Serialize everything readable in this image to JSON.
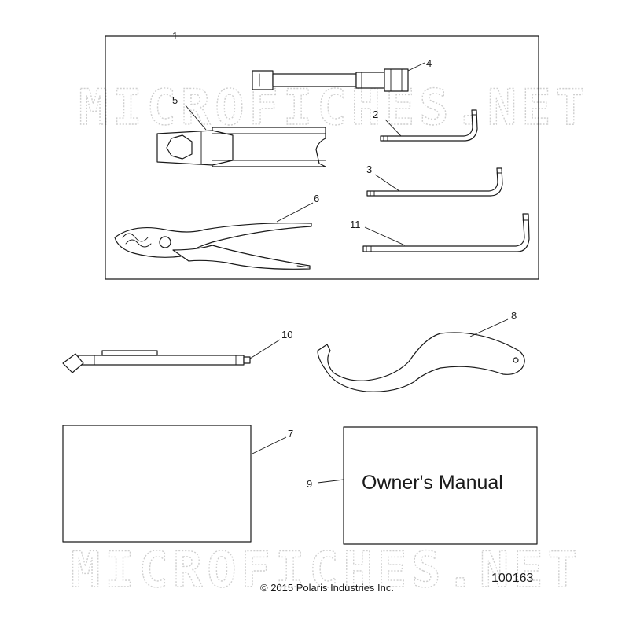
{
  "watermark": "MICROFICHES.NET",
  "callouts": {
    "c1": "1",
    "c2": "2",
    "c3": "3",
    "c4": "4",
    "c5": "5",
    "c6": "6",
    "c7": "7",
    "c8": "8",
    "c9": "9",
    "c10": "10",
    "c11": "11"
  },
  "manual_label": "Owner's Manual",
  "copyright": "© 2015 Polaris Industries Inc.",
  "doc_number": "100163"
}
